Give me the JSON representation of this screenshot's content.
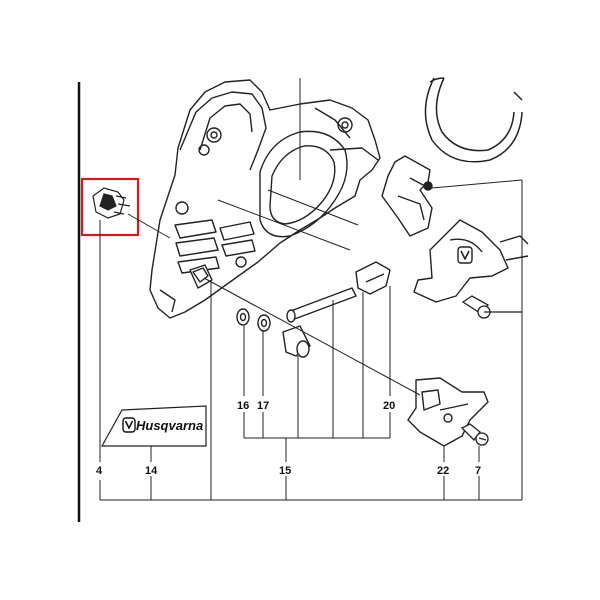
{
  "diagram": {
    "brand": {
      "text": "Husqvarna"
    },
    "callouts": {
      "c4": "4",
      "c14": "14",
      "c15": "15",
      "c16": "16",
      "c17": "17",
      "c20": "20",
      "c22": "22",
      "c7": "7"
    },
    "highlight_color": "#cc1f1f",
    "line_color": "#222222"
  }
}
